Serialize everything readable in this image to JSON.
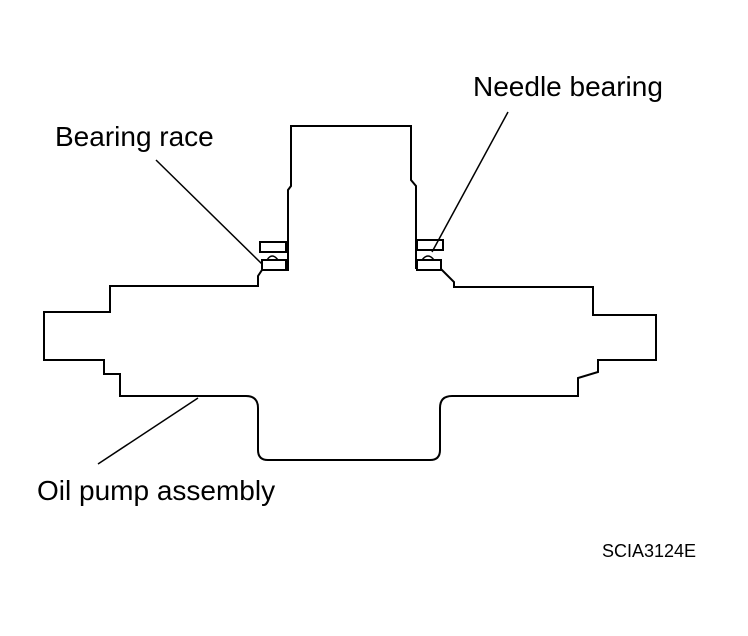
{
  "labels": {
    "needle_bearing": "Needle bearing",
    "bearing_race": "Bearing race",
    "oil_pump_assembly": "Oil pump assembly"
  },
  "figure_code": "SCIA3124E",
  "colors": {
    "line": "#000000",
    "background": "#ffffff"
  }
}
